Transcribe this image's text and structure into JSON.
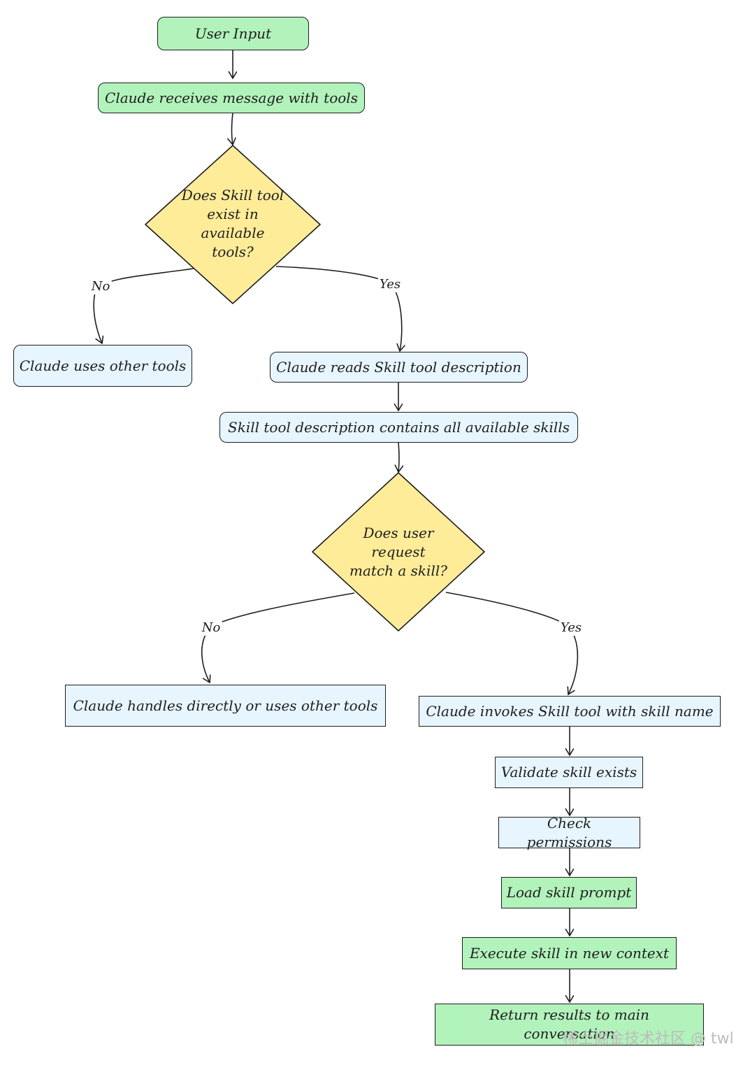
{
  "nodes": {
    "user_input": "User Input",
    "receives": "Claude receives message with tools",
    "decision_skill_tool": "Does Skill tool exist in available tools?",
    "other_tools": "Claude uses other tools",
    "reads_desc": "Claude reads Skill tool description",
    "desc_contains": "Skill tool description contains all available skills",
    "decision_match": "Does user request match a skill?",
    "handles_directly": "Claude handles directly or uses other tools",
    "invokes": "Claude invokes Skill tool with skill name",
    "validate": "Validate skill exists",
    "permissions": "Check permissions",
    "load_prompt": "Load skill prompt",
    "execute": "Execute skill in new context",
    "return_results": "Return results to main conversation"
  },
  "edge_labels": {
    "d1_no": "No",
    "d1_yes": "Yes",
    "d2_no": "No",
    "d2_yes": "Yes"
  },
  "watermark": "稀土掘金技术社区 @ twl",
  "colors": {
    "green_fill": "#b2f2bb",
    "blue_fill": "#e7f5ff",
    "yellow_fill": "#ffec99",
    "stroke": "#1e1e1e"
  }
}
